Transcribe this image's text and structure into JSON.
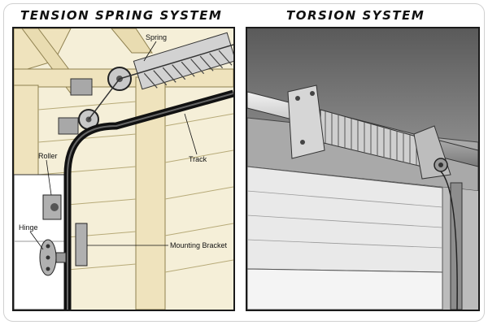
{
  "left_panel": {
    "heading": "TENSION SPRING SYSTEM",
    "labels": {
      "spring": "Spring",
      "track": "Track",
      "roller": "Roller",
      "hinge": "Hinge",
      "mounting_bracket": "Mounting Bracket"
    }
  },
  "right_panel": {
    "heading": "TORSION SYSTEM"
  },
  "colors": {
    "wood": "#f3e9c6",
    "wood_stroke": "#8f8150",
    "track": "#1a1a1a",
    "metal": "#b9b9b9",
    "torsion_bg": "#d8d8d8"
  }
}
